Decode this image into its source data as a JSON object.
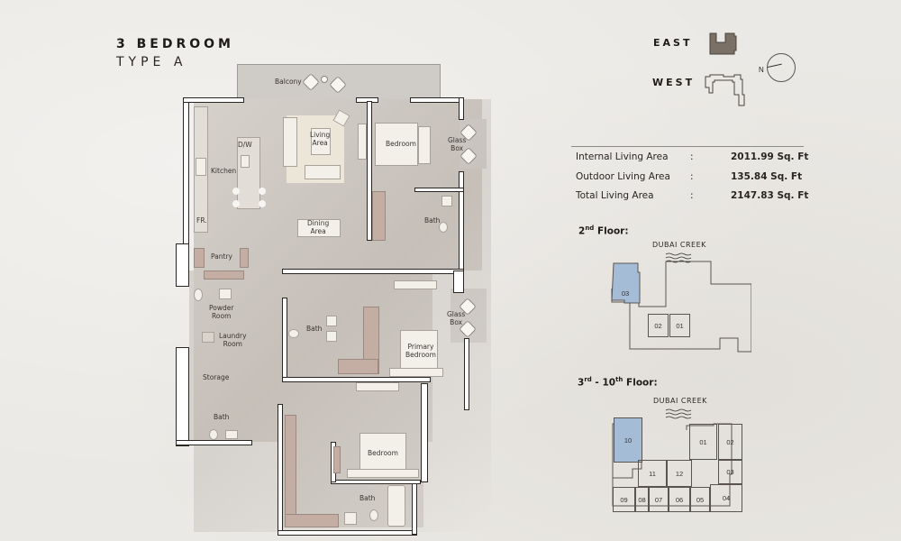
{
  "header": {
    "title": "3 BEDROOM",
    "subtitle": "TYPE A"
  },
  "key_plan": {
    "east_label": "EAST",
    "west_label": "WEST",
    "compass_label": "N",
    "colors": {
      "east_fill": "#7b7066",
      "outline": "#4a433e"
    }
  },
  "areas": [
    {
      "label": "Internal Living Area",
      "separator": ":",
      "value": "2011.99 Sq. Ft"
    },
    {
      "label": "Outdoor Living Area",
      "separator": ":",
      "value": "135.84 Sq. Ft"
    },
    {
      "label": "Total Living Area",
      "separator": ":",
      "value": "2147.83 Sq. Ft"
    }
  ],
  "floor_2": {
    "title_num": "2",
    "title_sup": "nd",
    "title_rest": " Floor:",
    "creek_label": "DUBAI CREEK",
    "units": [
      "03",
      "02",
      "01"
    ],
    "selected_unit": "03",
    "selected_color": "#a5bcd6"
  },
  "floor_3_10": {
    "title_num1": "3",
    "title_sup1": "rd",
    "title_mid": " - 10",
    "title_sup2": "th",
    "title_rest": " Floor:",
    "creek_label": "DUBAI CREEK",
    "units": [
      "10",
      "01",
      "02",
      "11",
      "12",
      "03",
      "09",
      "08",
      "07",
      "06",
      "05",
      "04"
    ],
    "selected_unit": "10",
    "selected_color": "#a5bcd6"
  },
  "floor_plan": {
    "rooms": {
      "balcony": "Balcony",
      "living": "Living\nArea",
      "kitchen": "Kitchen",
      "dw": "D/W",
      "fr": "FR.",
      "dining": "Dining\nArea",
      "bedroom_1": "Bedroom",
      "glass_box_1": "Glass\nBox",
      "bath_1": "Bath",
      "pantry": "Pantry",
      "powder": "Powder\nRoom",
      "laundry": "Laundry\nRoom",
      "storage": "Storage",
      "bath_storage": "Bath",
      "bath_primary": "Bath",
      "primary_bedroom": "Primary\nBedroom",
      "glass_box_2": "Glass\nBox",
      "bedroom_3": "Bedroom",
      "bath_3": "Bath"
    },
    "colors": {
      "floor": "#d6d1cb",
      "wall": "#ffffff",
      "wall_outline": "#2b2622",
      "closet": "#c4ada3",
      "rug": "#ebe6d8"
    }
  }
}
